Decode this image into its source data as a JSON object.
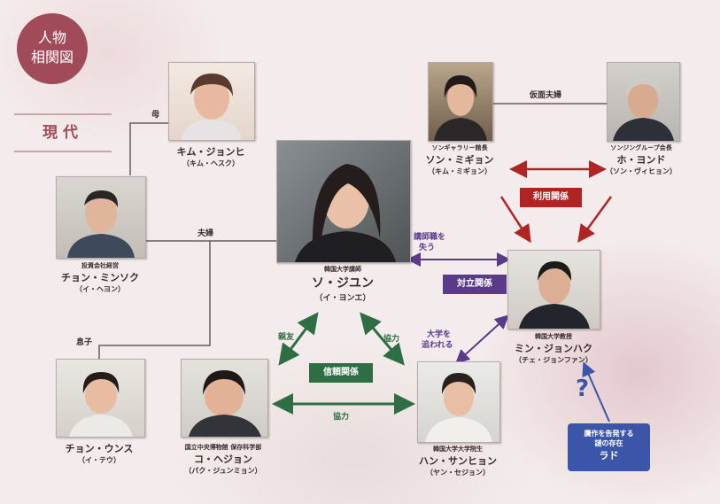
{
  "header": {
    "title_line1": "人物",
    "title_line2": "相関図",
    "era": "現代"
  },
  "colors": {
    "title_bg": "#a04a5a",
    "green": "#2f6e43",
    "purple": "#5a3b8a",
    "red": "#b02424",
    "blue": "#3b56a8",
    "line": "#6b5b5b"
  },
  "people": {
    "kim_jonghi": {
      "role": "",
      "name": "キム・ジョンヒ",
      "actor": "（キム・ヘスク）"
    },
    "jong_minsok": {
      "role": "投資会社経営",
      "name": "チョン・ミンソク",
      "actor": "（イ・ヘヨン）"
    },
    "so_jiyun": {
      "role": "韓国大学講師",
      "name": "ソ・ジユン",
      "actor": "（イ・ヨンエ）"
    },
    "son_migyon": {
      "role": "ソンギャラリー館長",
      "name": "ソン・ミギョン",
      "actor": "（キム・ミギョン）"
    },
    "ho_yondo": {
      "role": "ソンジングループ会長",
      "name": "ホ・ヨンド",
      "actor": "（ソン・ヴィヒョン）"
    },
    "min_jonhaku": {
      "role": "韓国大学教授",
      "name": "ミン・ジョンハク",
      "actor": "（チェ・ジョンファン）"
    },
    "jong_unsu": {
      "role": "",
      "name": "チョン・ウンス",
      "actor": "（イ・テウ）"
    },
    "ko_hejon": {
      "role": "国立中央博物館 保存科学部",
      "name": "コ・ヘジョン",
      "actor": "（パク・ジュンミョン）"
    },
    "han_sanhyon": {
      "role": "韓国大学大学院生",
      "name": "ハン・サンヒョン",
      "actor": "（ヤン・セジョン）"
    }
  },
  "relations": {
    "mother": "母",
    "couple": "夫婦",
    "son": "息子",
    "fake_couple": "仮面夫婦",
    "trust": "信頼関係",
    "cooperate1": "協力",
    "cooperate2": "協力",
    "best_friend": "親友",
    "lose_job_1": "講師職を",
    "lose_job_2": "失う",
    "conflict": "対立関係",
    "chased_1": "大学を",
    "chased_2": "追われる",
    "use": "利用関係"
  },
  "ra": {
    "line1": "贋作を告発する",
    "line2": "謎の存在",
    "line3": "ラド",
    "question": "?"
  }
}
